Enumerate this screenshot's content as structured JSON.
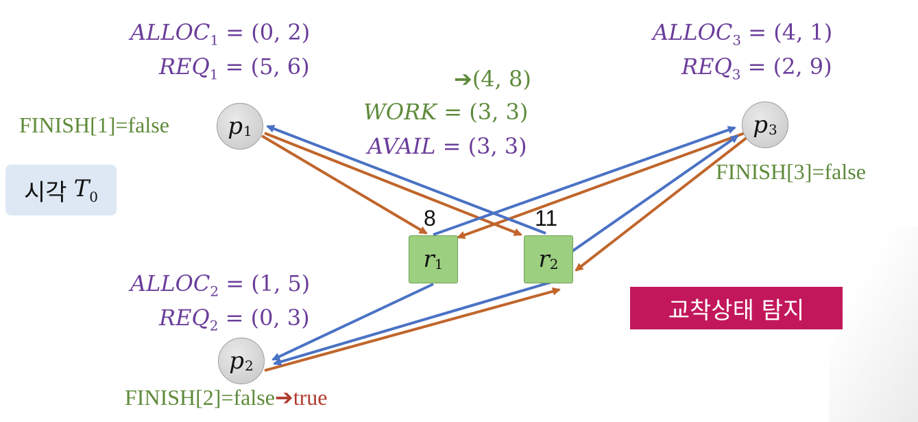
{
  "processes": [
    {
      "id": "p1",
      "sym": "p",
      "sub": "1",
      "alloc_label": "ALLOC",
      "alloc_sub": "1",
      "alloc_val": "= (0, 2)",
      "req_label": "REQ",
      "req_sub": "1",
      "req_val": "= (5, 6)",
      "finish": "FINISH[1]=false"
    },
    {
      "id": "p2",
      "sym": "p",
      "sub": "2",
      "alloc_label": "ALLOC",
      "alloc_sub": "2",
      "alloc_val": "= (1, 5)",
      "req_label": "REQ",
      "req_sub": "2",
      "req_val": "= (0, 3)",
      "finish": "FINISH[2]=false",
      "finish_arrow": "➔",
      "finish_new": "true"
    },
    {
      "id": "p3",
      "sym": "p",
      "sub": "3",
      "alloc_label": "ALLOC",
      "alloc_sub": "3",
      "alloc_val": "= (4, 1)",
      "req_label": "REQ",
      "req_sub": "3",
      "req_val": "= (2, 9)",
      "finish": "FINISH[3]=false"
    }
  ],
  "resources": [
    {
      "id": "r1",
      "sym": "r",
      "sub": "1",
      "count": "8"
    },
    {
      "id": "r2",
      "sym": "r",
      "sub": "2",
      "count": "11"
    }
  ],
  "work_update_arrow": "➔",
  "work_update_value": "(4, 8)",
  "work_label": "WORK",
  "work_value": "= (3, 3)",
  "avail_label": "AVAIL",
  "avail_value": "= (3, 3)",
  "time_label": "시각",
  "time_symbol": "T",
  "time_sub": "0",
  "badge": "교착상태 탐지",
  "colors": {
    "alloc_edge": "#4a72c4",
    "request_edge": "#c0652b",
    "math_text": "#6a3d9a",
    "finish_text": "#5e8a3a",
    "badge_bg": "#c2185b",
    "resource_fill": "#9ccf80"
  }
}
